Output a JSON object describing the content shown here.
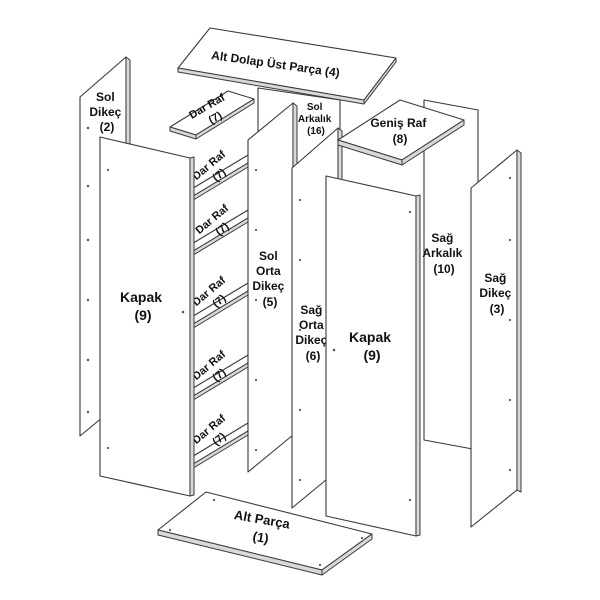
{
  "parts": {
    "alt_dolap_ust": {
      "name": "Alt Dolap Üst Parça",
      "num": "(4)"
    },
    "sol_dikec": {
      "l1": "Sol",
      "l2": "Dikeç",
      "num": "(2)"
    },
    "dar_raf": {
      "name": "Dar Raf",
      "num": "(7)"
    },
    "sol_arkalik": {
      "l1": "Sol",
      "l2": "Arkalık",
      "num": "(16)"
    },
    "genis_raf": {
      "name": "Geniş Raf",
      "num": "(8)"
    },
    "kapak": {
      "name": "Kapak",
      "num": "(9)"
    },
    "sol_orta_dikec": {
      "l1": "Sol",
      "l2": "Orta",
      "l3": "Dikeç",
      "num": "(5)"
    },
    "sag_orta_dikec": {
      "l1": "Sağ",
      "l2": "Orta",
      "l3": "Dikeç",
      "num": "(6)"
    },
    "sag_arkalik": {
      "l1": "Sağ",
      "l2": "Arkalık",
      "num": "(10)"
    },
    "sag_dikec": {
      "l1": "Sağ",
      "l2": "Dikeç",
      "num": "(3)"
    },
    "alt_parca": {
      "name": "Alt Parça",
      "num": "(1)"
    }
  }
}
